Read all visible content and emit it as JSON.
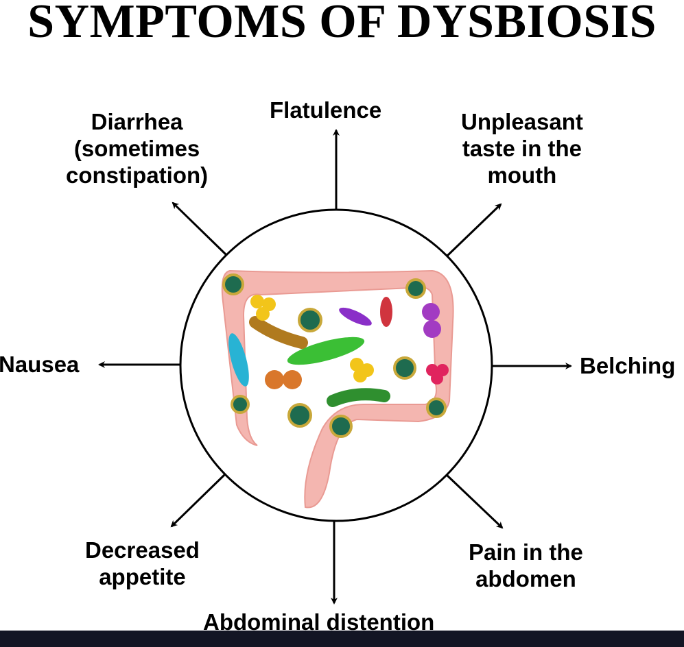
{
  "title": "SYMPTOMS OF DYSBIOSIS",
  "symptoms": {
    "flatulence": [
      "Flatulence"
    ],
    "unpleasant_taste": [
      "Unpleasant",
      "taste in the",
      "mouth"
    ],
    "belching": [
      "Belching"
    ],
    "pain": [
      "Pain in the",
      "abdomen"
    ],
    "distention": [
      "Abdominal distention"
    ],
    "appetite": [
      "Decreased",
      "appetite"
    ],
    "nausea": [
      "Nausea"
    ],
    "diarrhea": [
      "Diarrhea",
      "(sometimes",
      "constipation)"
    ]
  },
  "colors": {
    "colon": "#f4b6b0",
    "bar": "#131524"
  }
}
